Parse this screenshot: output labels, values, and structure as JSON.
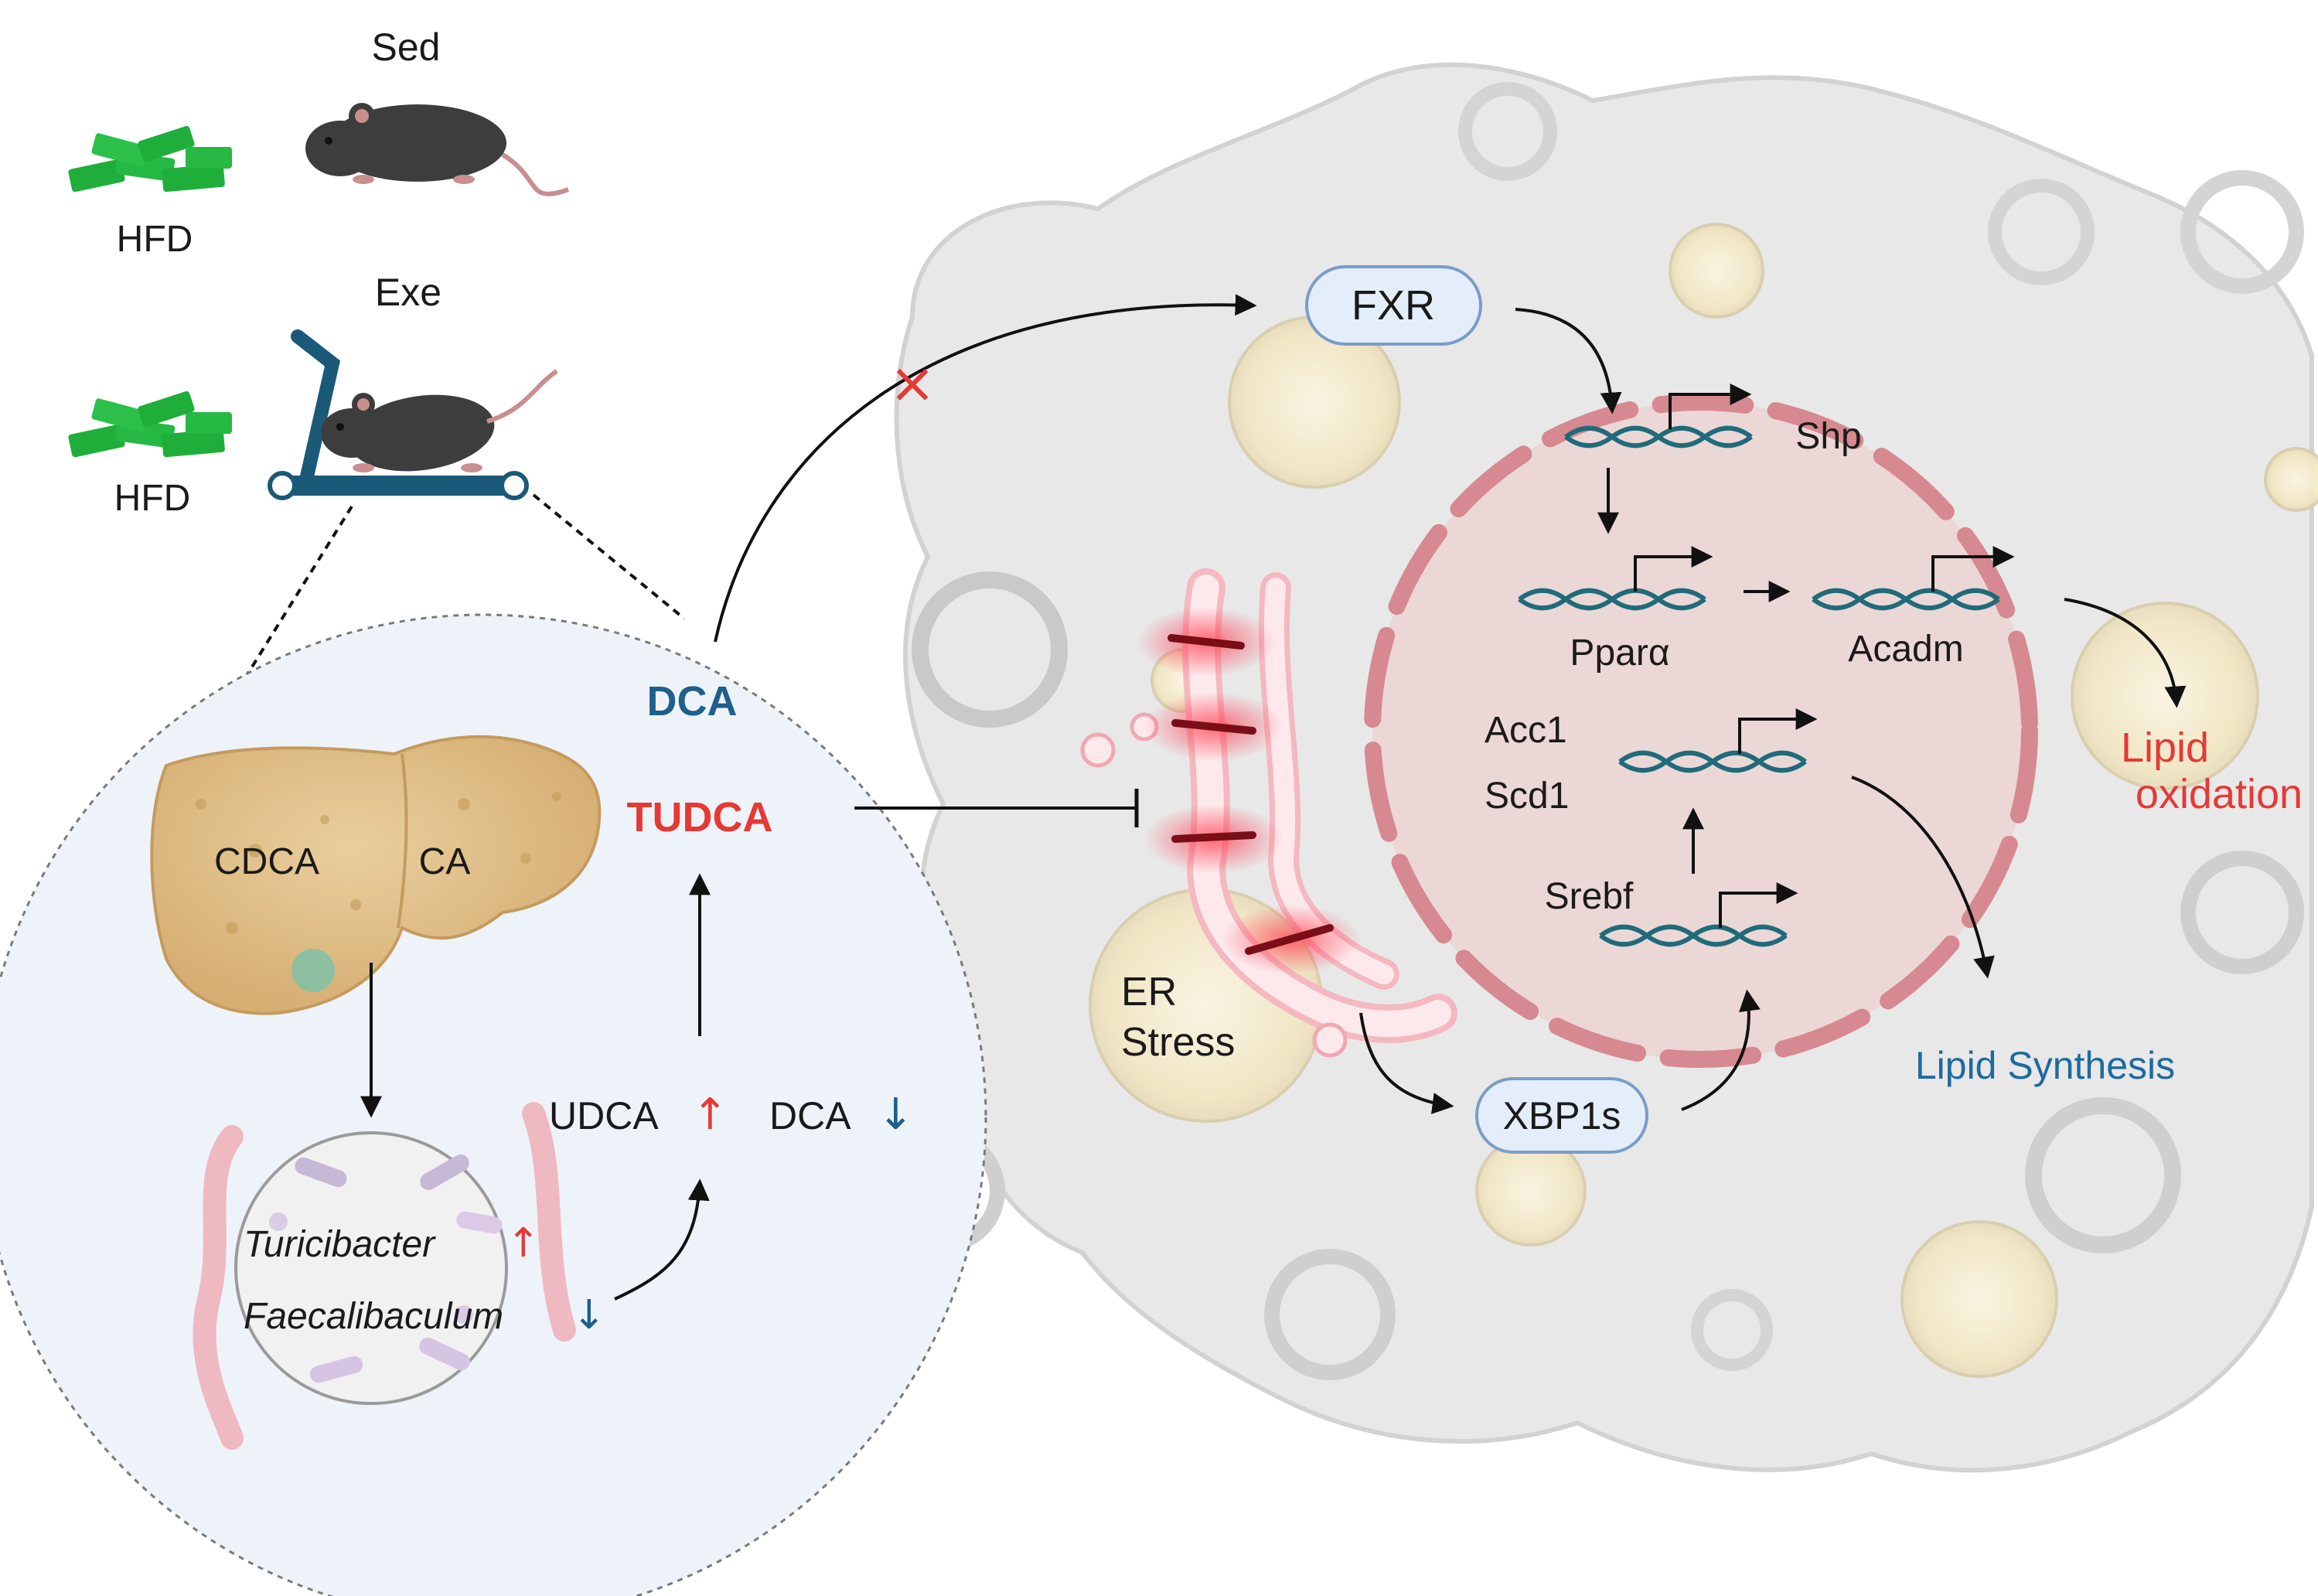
{
  "labels": {
    "sed": "Sed",
    "exe": "Exe",
    "hfd_top": "HFD",
    "hfd_bottom": "HFD",
    "cdca": "CDCA",
    "ca": "CA",
    "dca_top": "DCA",
    "tudca": "TUDCA",
    "udca": "UDCA",
    "dca_bottom": "DCA",
    "turicibacter": "Turicibacter",
    "faecalibaculum": "Faecalibaculum",
    "fxr": "FXR",
    "shp": "Shp",
    "ppara": "Pparα",
    "acadm": "Acadm",
    "acc1": "Acc1",
    "scd1": "Scd1",
    "srebf": "Srebf",
    "er_line1": "ER",
    "er_line2": "Stress",
    "xbp1s": "XBP1s",
    "lipid_ox_line1": "Lipid",
    "lipid_ox_line2": "oxidation",
    "lipid_synthesis": "Lipid Synthesis"
  },
  "arrows": {
    "up": "↑",
    "down": "↓",
    "blocked": "×"
  },
  "colors": {
    "increase": "#e53935",
    "decrease": "#1e5f8c",
    "dca_label": "#1e5f8c",
    "tudca_label": "#e53935",
    "lipid_oxidation": "#e53935",
    "lipid_synthesis": "#1e6aa0",
    "dna": "#1f6b7a",
    "nucleus_fill": "#ecd2d2",
    "nucleus_border": "#d9898f",
    "cell_fill": "#e9e9e9",
    "intestine_circle": "#eef3fa",
    "pill": "#e4eefb",
    "pill_border": "#7a9cc8",
    "food": "#1fae3a",
    "mouse": "#3c3c3c",
    "treadmill": "#1a5a78"
  }
}
